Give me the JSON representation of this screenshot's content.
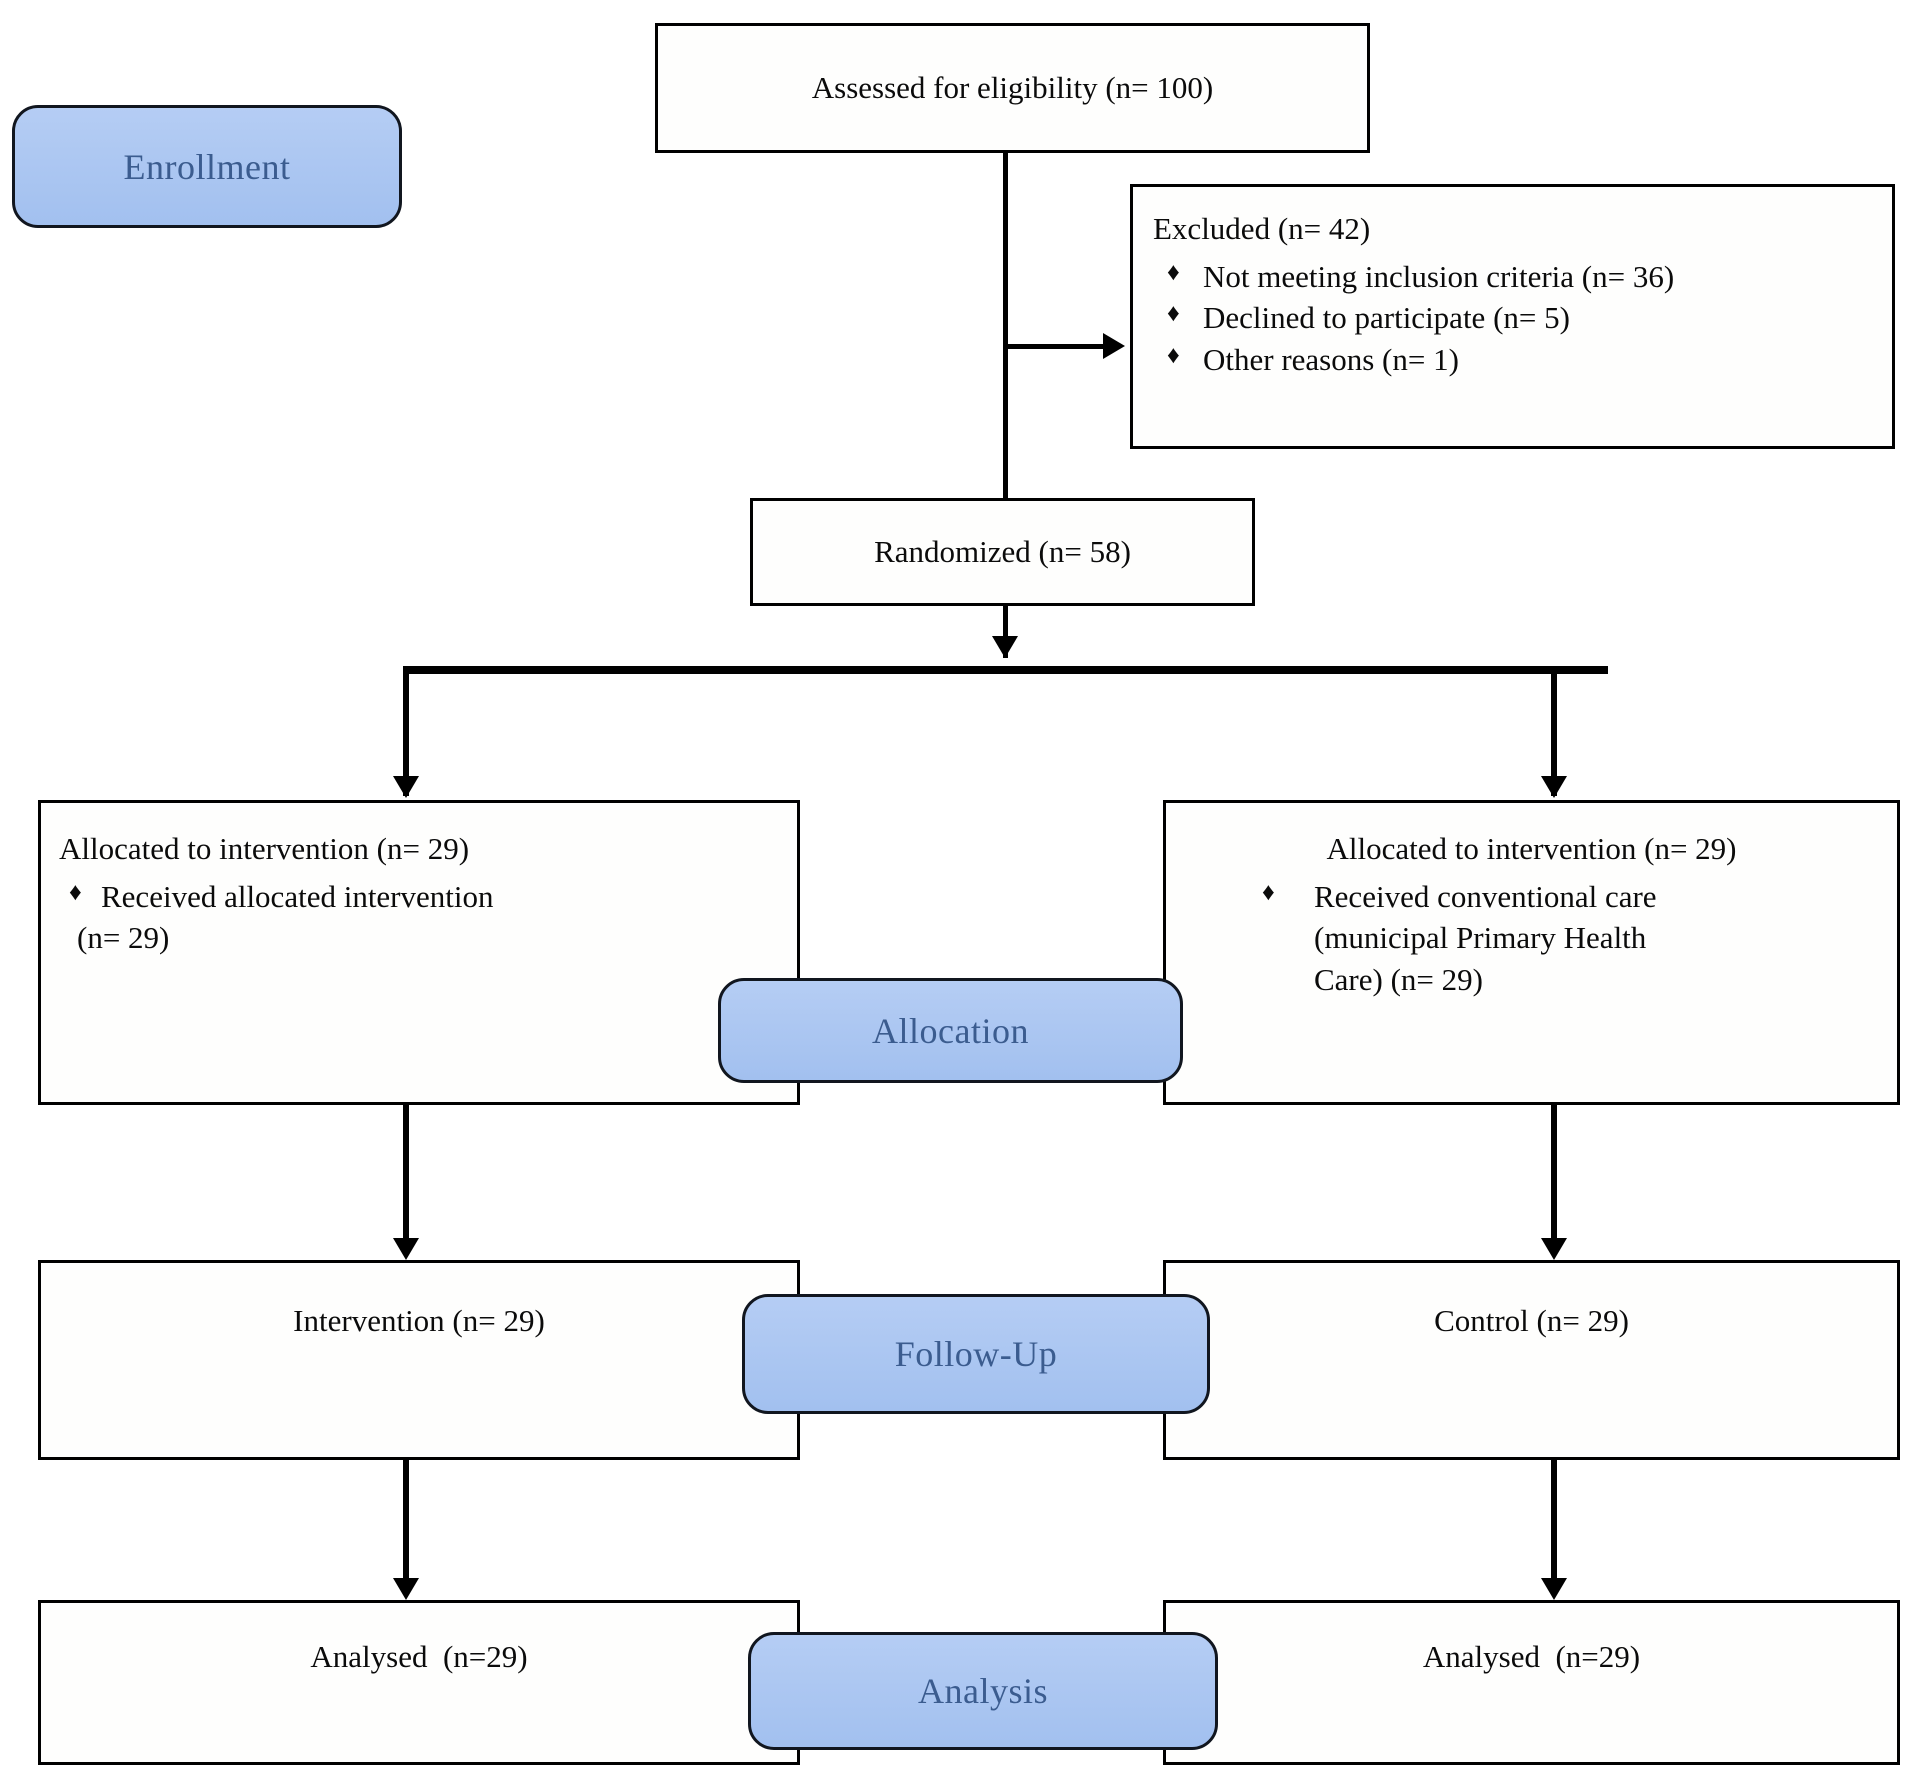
{
  "diagram": {
    "title": "CONSORT participant flow diagram",
    "colors": {
      "stage_fill": "#a8c4f0",
      "stage_text": "#3b5c8f",
      "box_border": "#000000",
      "box_fill": "#fefefd",
      "text": "#0b0b0b"
    },
    "bullet_glyph": "♦"
  },
  "stages": {
    "enrollment": "Enrollment",
    "allocation": "Allocation",
    "followup": "Follow-Up",
    "analysis": "Analysis"
  },
  "nodes": {
    "assessed": {
      "text": "Assessed for eligibility (n= 100)"
    },
    "excluded": {
      "heading": "Excluded (n= 42)",
      "reasons": [
        "Not meeting inclusion criteria (n= 36)",
        "Declined to participate (n= 5)",
        "Other reasons (n= 1)"
      ]
    },
    "randomized": {
      "text": "Randomized (n= 58)"
    },
    "alloc_left": {
      "heading": "Allocated to intervention (n= 29)",
      "bullet_line1": "Received allocated intervention",
      "bullet_line2": "(n= 29)"
    },
    "alloc_right": {
      "heading": "Allocated to intervention (n= 29)",
      "bullet_line1": "Received conventional care",
      "bullet_line2": "(municipal Primary Health",
      "bullet_line3": "Care) (n= 29)"
    },
    "follow_left": {
      "text": "Intervention (n= 29)"
    },
    "follow_right": {
      "text": "Control (n= 29)"
    },
    "analysis_left": {
      "text": "Analysed  (n=29)"
    },
    "analysis_right": {
      "text": "Analysed  (n=29)"
    }
  }
}
